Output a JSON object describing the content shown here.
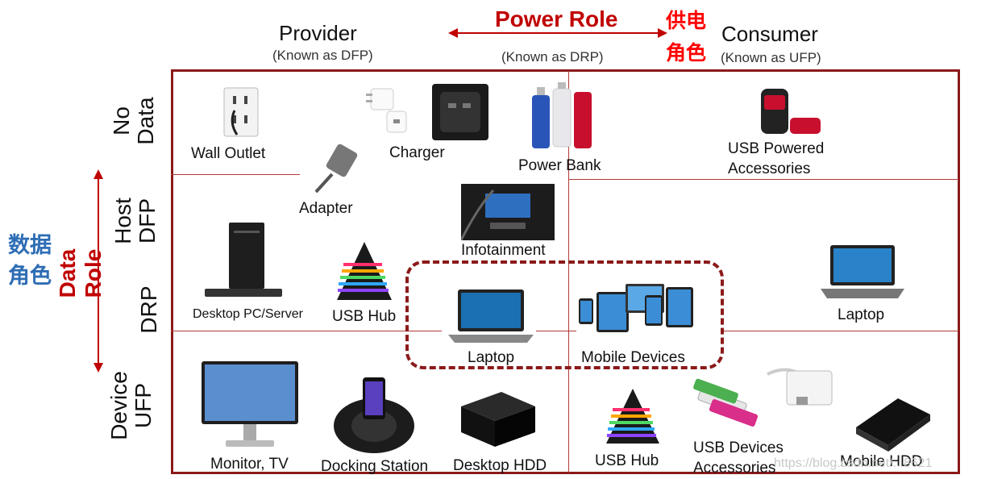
{
  "power_role": {
    "title": "Power Role",
    "provider": "Provider",
    "provider_sub": "(Known as DFP)",
    "drp_sub": "(Known as DRP)",
    "consumer": "Consumer",
    "consumer_sub": "(Known as UFP)",
    "cn_line1": "供电",
    "cn_line2": "角色"
  },
  "data_role": {
    "title": "Data Role",
    "cn_line1": "数据",
    "cn_line2": "角色",
    "rows": {
      "no_data": [
        "No",
        "Data"
      ],
      "host": [
        "Host",
        "DFP"
      ],
      "drp": "DRP",
      "device": [
        "Device",
        "UFP"
      ]
    }
  },
  "devices": {
    "wall_outlet": "Wall Outlet",
    "charger": "Charger",
    "power_bank": "Power Bank",
    "usb_powered": [
      "USB Powered",
      "Accessories"
    ],
    "adapter": "Adapter",
    "infotainment": "Infotainment",
    "desktop_pc": "Desktop PC/Server",
    "usb_hub_top": "USB Hub",
    "laptop_center": "Laptop",
    "mobile_devices": "Mobile Devices",
    "laptop_right": "Laptop",
    "monitor": "Monitor, TV",
    "docking": "Docking Station",
    "desktop_hdd": "Desktop HDD",
    "usb_hub_bottom": "USB Hub",
    "usb_devices": [
      "USB Devices",
      "Accessories"
    ],
    "mobile_hdd": "Mobile HDD"
  },
  "watermark": "https://blog.csdn.net/...8621",
  "colors": {
    "frame": "#8b1a1a",
    "accent_red": "#c00000",
    "cn_red": "#ff0000",
    "cn_blue": "#2e6db5"
  }
}
